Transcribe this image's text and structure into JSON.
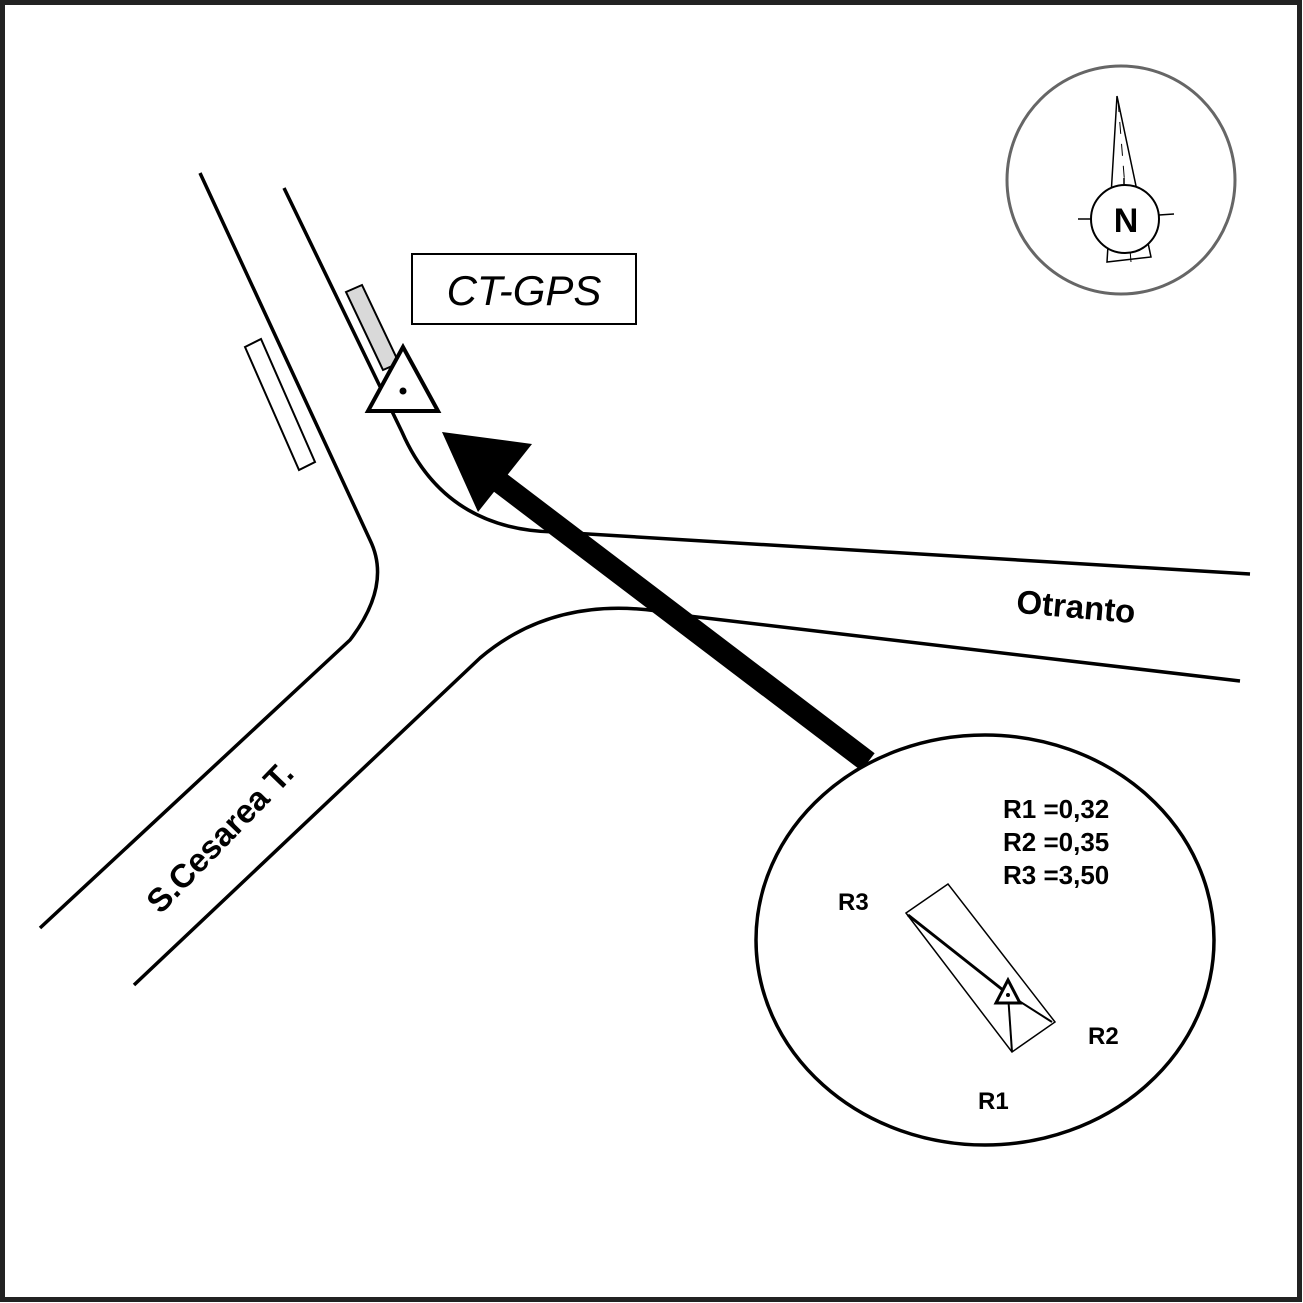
{
  "station": {
    "label": "CT-GPS"
  },
  "roads": {
    "east": "Otranto",
    "southwest": "S.Cesarea T."
  },
  "compass": {
    "letter": "N"
  },
  "inset": {
    "readings": [
      "R1 =0,32",
      "R2 =0,35",
      "R3 =3,50"
    ],
    "axes": {
      "r1": "R1",
      "r2": "R2",
      "r3": "R3"
    }
  },
  "colors": {
    "ink": "#000000",
    "frame": "#222222",
    "compass_ring": "#666666",
    "shelter_fill": "#d9d9d9"
  }
}
